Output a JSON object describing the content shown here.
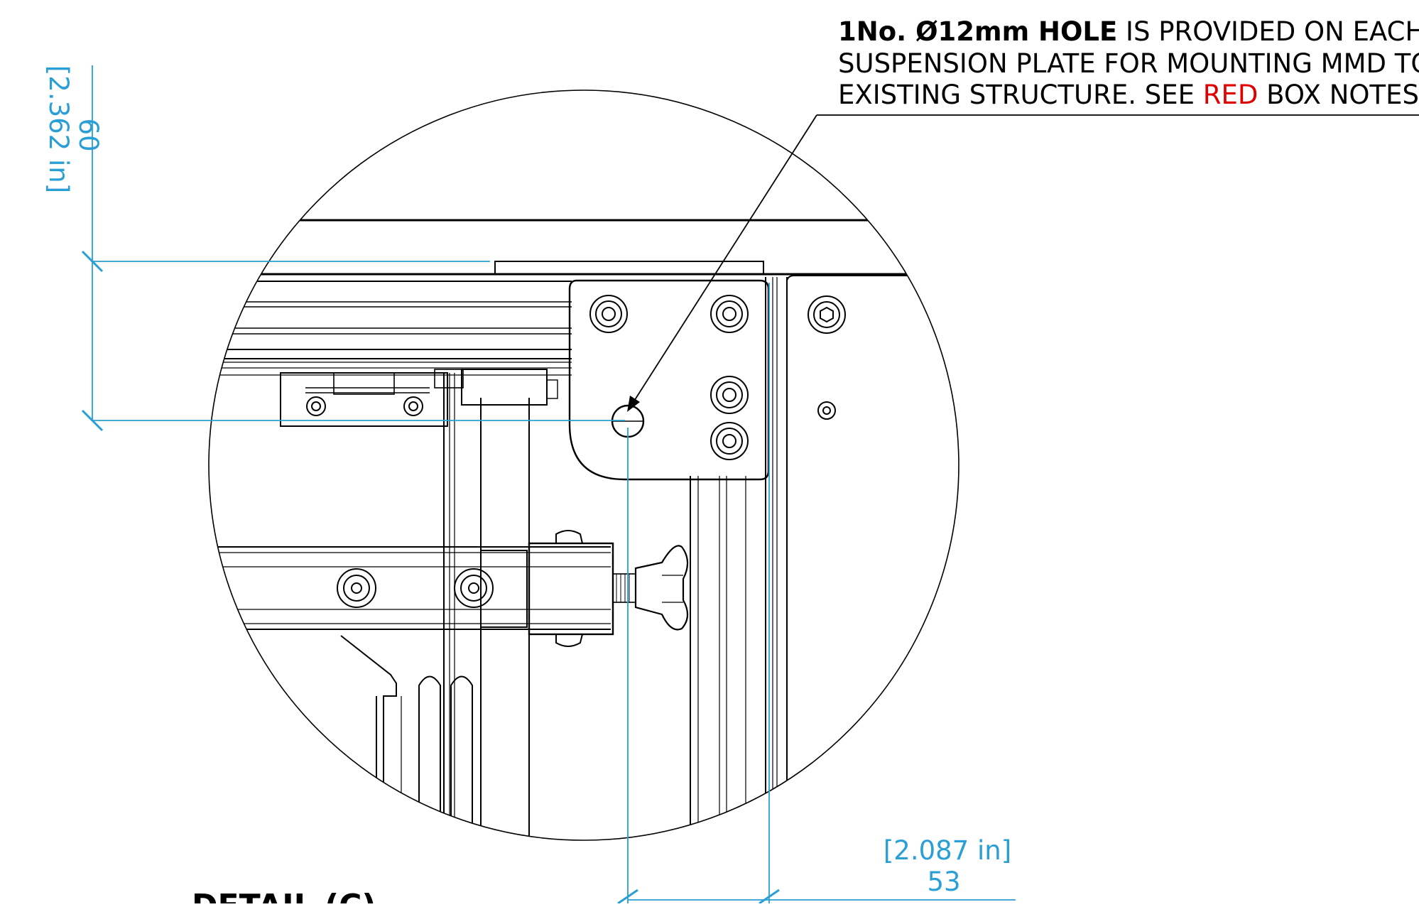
{
  "colors": {
    "dimension": "#2a9fd6",
    "highlight": "#e00000",
    "linework": "#000000"
  },
  "note": {
    "line1_bold": "1No. Ø12mm HOLE",
    "line1_rest": " IS PROVIDED ON EACH",
    "line2": "SUSPENSION PLATE FOR MOUNTING MMD TO",
    "line3_pre": "EXISTING STRUCTURE. SEE ",
    "line3_red": "RED",
    "line3_post": " BOX NOTES."
  },
  "dimensions": {
    "vertical": {
      "metric": "60",
      "imperial": "[2.362 in]"
    },
    "horizontal": {
      "metric": "53",
      "imperial": "[2.087 in]"
    }
  },
  "detail_title": "DETAIL (C)"
}
